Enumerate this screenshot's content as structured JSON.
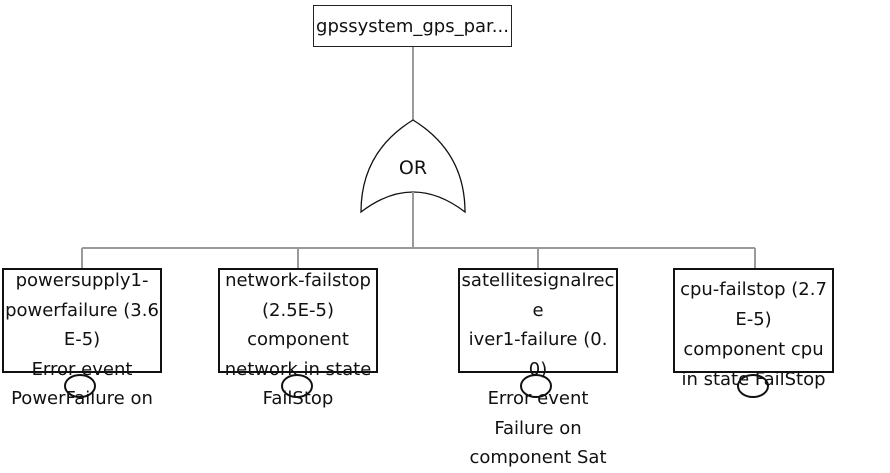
{
  "top_event": {
    "label": "gpssystem_gps_par..."
  },
  "gate": {
    "type": "OR",
    "label": "OR"
  },
  "events": [
    {
      "id": "powersupply1",
      "text": "powersupply1-\npowerfailure (3.6\nE-5)\nError event\nPowerFailure on"
    },
    {
      "id": "network",
      "text": "network-failstop\n(2.5E-5)\ncomponent\nnetwork in state\nFailStop"
    },
    {
      "id": "satellite",
      "text": "satellitesignalrece\niver1-failure (0.0)\nError event\nFailure on\ncomponent Sat"
    },
    {
      "id": "cpu",
      "text": "cpu-failstop (2.7\nE-5)\ncomponent cpu\nin state FailStop"
    }
  ],
  "colors": {
    "connector": "#9a9a9a",
    "outline": "#111111",
    "background": "#ffffff"
  }
}
